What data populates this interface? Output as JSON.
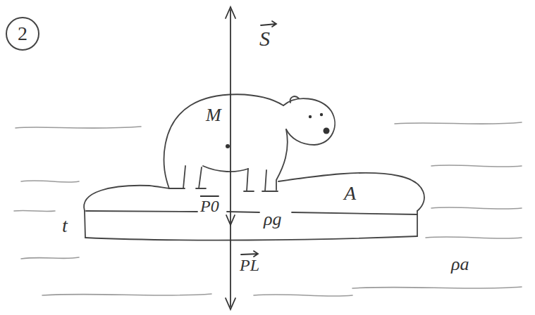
{
  "diagram": {
    "nodes": [
      {
        "text": [
          "2"
        ]
      }
    ],
    "labels": [
      "S",
      "M",
      "P0",
      "ρg",
      "A",
      "t",
      "PL",
      "ρa"
    ]
  }
}
